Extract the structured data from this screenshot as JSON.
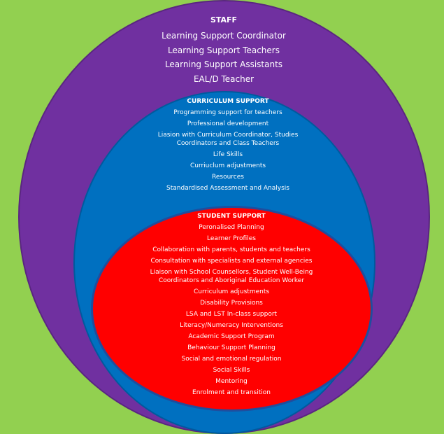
{
  "staff": {
    "title": "STAFF",
    "items": [
      "Learning Support Coordinator",
      "Learning Support Teachers",
      "Learning Support Assistants",
      "EAL/D Teacher"
    ]
  },
  "curriculum": {
    "title": "CURRICULUM SUPPORT",
    "items": [
      "Programming support for teachers",
      "Professional development",
      "Liasion with Curriculum Coordinator, Studies Coordinators and Class Teachers",
      "Life Skills",
      "Curriuclum adjustments",
      "Resources",
      "Standardised Assessment and Analysis"
    ]
  },
  "student": {
    "title": "STUDENT SUPPORT",
    "items": [
      "Peronalised Planning",
      "Learner Profiles",
      "Collaboration with parents, students and teachers",
      "Consultation with specialists and external agencies",
      "Liaison with School Counsellors, Student Well-Being Coordinators and Aboriginal Education Worker",
      "Curriculum adjustments",
      "Disability Provisions",
      "LSA and LST In-class support",
      "Literacy/Numeracy Interventions",
      "Academic Support Program",
      "Behaviour Support Planning",
      "Social and emotional regulation",
      "Social Skills",
      "Mentoring",
      "Enrolment and transition"
    ]
  },
  "colors": {
    "background": "#92D050",
    "staff": "#7030A0",
    "curriculum": "#0070C0",
    "student": "#FF0000",
    "text": "#FFFFFF"
  }
}
